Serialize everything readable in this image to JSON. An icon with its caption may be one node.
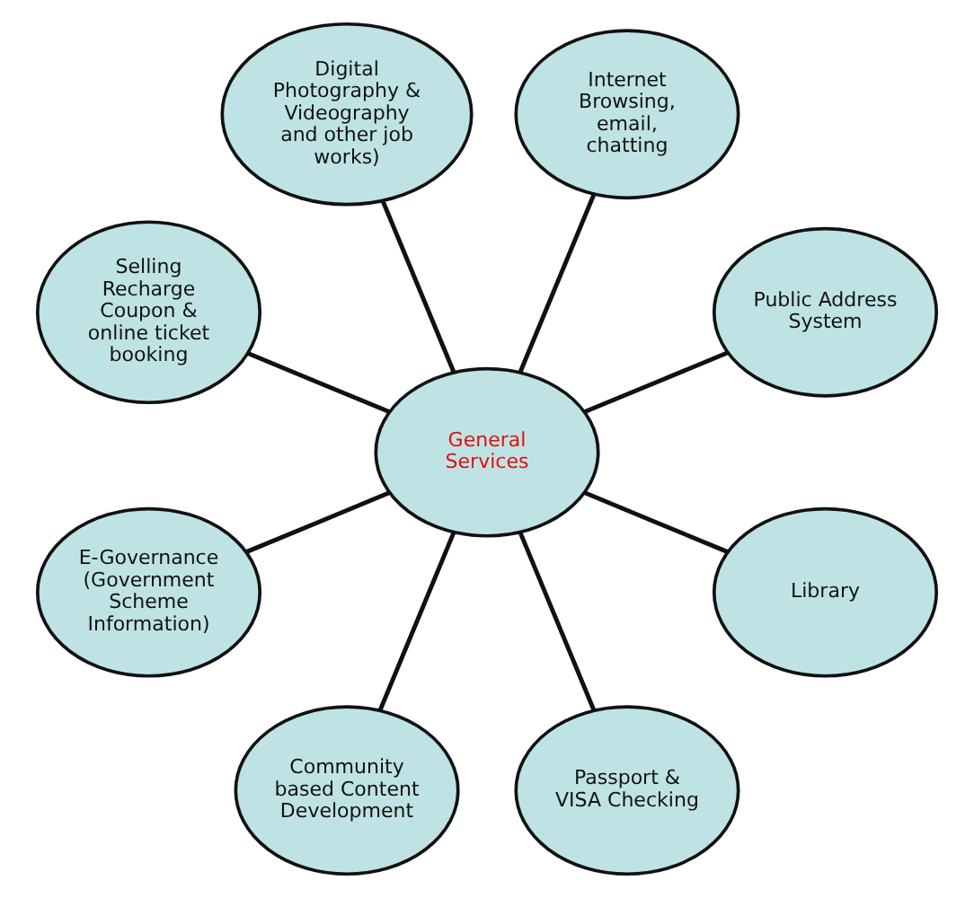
{
  "diagram": {
    "nodes": [
      {
        "text": [
          "General Services"
        ]
      },
      {
        "text": [
          "Public Address System"
        ]
      },
      {
        "text": [
          "Internet Browsing, email, chatting"
        ]
      },
      {
        "text": [
          "Digital Photography & Videography and other job works)"
        ]
      },
      {
        "text": [
          "Selling Recharge Coupon & online ticket booking"
        ]
      },
      {
        "text": [
          "E-Governance (Government Scheme Information)"
        ]
      },
      {
        "text": [
          "Community based Content Development"
        ]
      },
      {
        "text": [
          "Passport & VISA Checking"
        ]
      },
      {
        "text": [
          "Library"
        ]
      }
    ],
    "edges": [
      {
        "from": 0,
        "to": 1,
        "arrow": "none"
      },
      {
        "from": 0,
        "to": 2,
        "arrow": "none"
      },
      {
        "from": 0,
        "to": 3,
        "arrow": "none"
      },
      {
        "from": 0,
        "to": 4,
        "arrow": "none"
      },
      {
        "from": 0,
        "to": 5,
        "arrow": "none"
      },
      {
        "from": 0,
        "to": 6,
        "arrow": "none"
      },
      {
        "from": 0,
        "to": 7,
        "arrow": "none"
      },
      {
        "from": 0,
        "to": 8,
        "arrow": "none"
      }
    ]
  }
}
